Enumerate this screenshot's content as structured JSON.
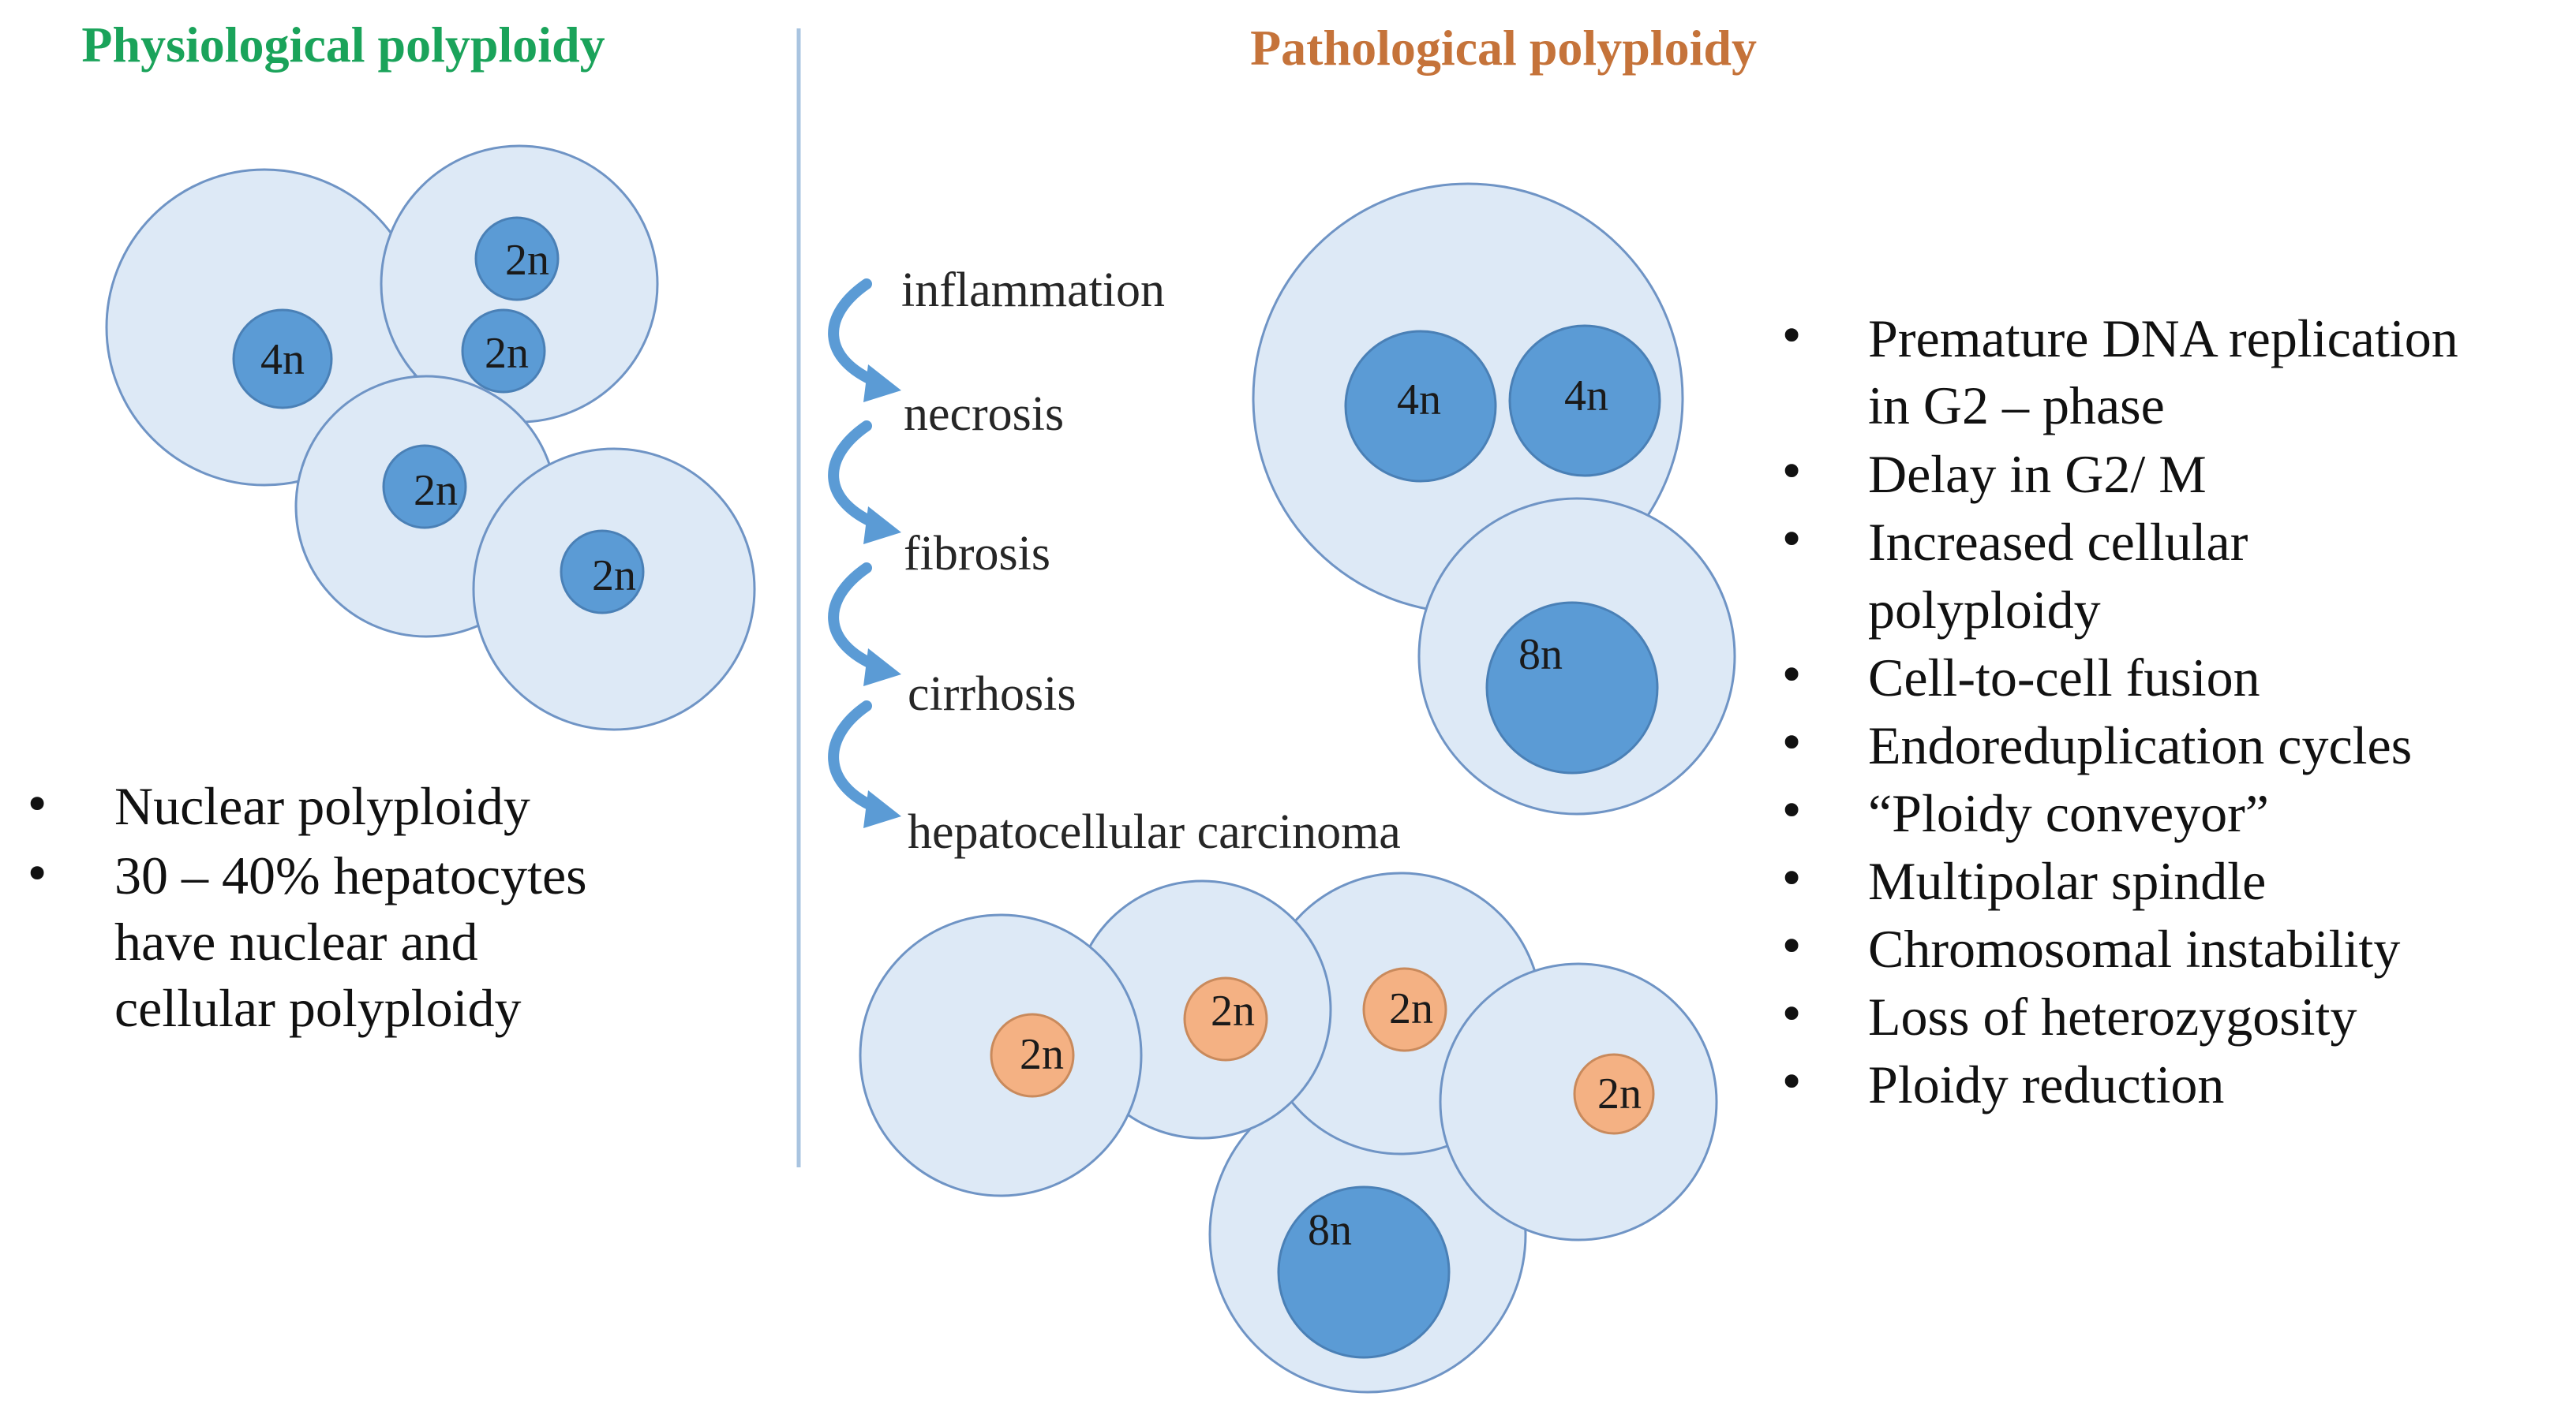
{
  "left_panel": {
    "title": "Physiological polyploidy",
    "title_color": "#1aa35a",
    "nuclei_labels": [
      "4n",
      "2n",
      "2n",
      "2n",
      "2n"
    ],
    "bullets": [
      [
        "Nuclear polyploidy"
      ],
      [
        "30 – 40% hepatocytes",
        "have nuclear and",
        "cellular polyploidy"
      ]
    ]
  },
  "right_panel": {
    "title": "Pathological polyploidy",
    "title_color": "#c5733a",
    "stages": [
      "inflammation",
      "necrosis",
      "fibrosis",
      "cirrhosis",
      "hepatocellular carcinoma"
    ],
    "upper_nuclei_labels": [
      "4n",
      "4n",
      "8n"
    ],
    "lower_nuclei_labels": [
      "2n",
      "2n",
      "2n",
      "2n",
      "8n"
    ],
    "bullets": [
      [
        "Premature DNA replication",
        "in G2 – phase"
      ],
      [
        "Delay in G2/ M"
      ],
      [
        "Increased cellular",
        "polyploidy"
      ],
      [
        "Cell-to-cell  fusion"
      ],
      [
        "Endoreduplication  cycles"
      ],
      [
        "“Ploidy conveyor”"
      ],
      [
        "Multipolar  spindle"
      ],
      [
        "Chromosomal instability"
      ],
      [
        "Loss of heterozygosity"
      ],
      [
        "Ploidy reduction"
      ]
    ]
  },
  "colors": {
    "cell_fill": "#dde9f6",
    "cell_stroke": "#6f94c5",
    "normal_nucleus": "#5b9bd5",
    "abnormal_nucleus": "#f4b183",
    "arrow": "#5b9bd5",
    "divider": "#a9c4e0"
  }
}
